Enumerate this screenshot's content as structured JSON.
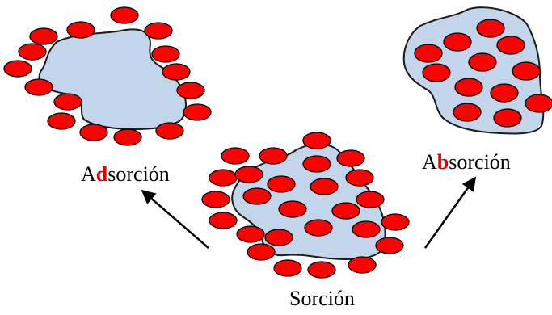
{
  "labels": {
    "adsorcion": {
      "prefix": "A",
      "highlight": "d",
      "suffix": "sorción"
    },
    "absorcion": {
      "prefix": "A",
      "highlight": "b",
      "suffix": "sorción"
    },
    "sorcion": "Sorción"
  },
  "colors": {
    "particle_fill": "#ff0000",
    "particle_stroke": "#000000",
    "solid_fill": "#c3d5ea",
    "solid_stroke": "#1a1a1a",
    "highlight_text": "#e00000",
    "text": "#000000",
    "arrow": "#000000"
  }
}
